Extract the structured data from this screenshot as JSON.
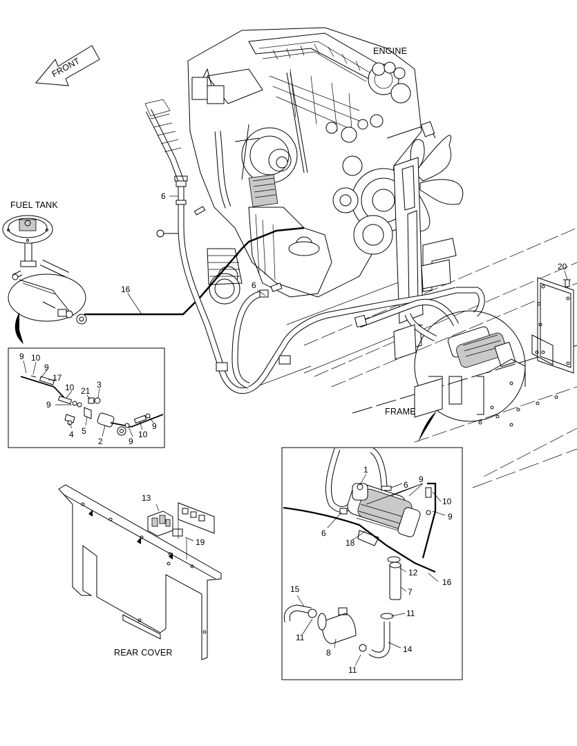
{
  "captions": {
    "front": "FRONT",
    "engine": "ENGINE",
    "fuel_tank": "FUEL TANK",
    "frame": "FRAME",
    "rear_cover": "REAR COVER"
  },
  "callouts": {
    "main_6_upper": "6",
    "main_6_lower": "6",
    "main_16": "16",
    "main_20": "20",
    "d1_9a": "9",
    "d1_10a": "10",
    "d1_9b": "9",
    "d1_17": "17",
    "d1_10b": "10",
    "d1_21": "21",
    "d1_3": "3",
    "d1_9c": "9",
    "d1_4": "4",
    "d1_5": "5",
    "d1_2": "2",
    "d1_9d": "9",
    "d1_10c": "10",
    "d1_9e": "9",
    "rc_13": "13",
    "rc_19": "19",
    "d2_1": "1",
    "d2_6a": "6",
    "d2_9a": "9",
    "d2_10": "10",
    "d2_9b": "9",
    "d2_6b": "6",
    "d2_18": "18",
    "d2_12": "12",
    "d2_16": "16",
    "d2_7": "7",
    "d2_15": "15",
    "d2_11a": "11",
    "d2_11b": "11",
    "d2_8": "8",
    "d2_14": "14",
    "d2_11c": "11"
  }
}
